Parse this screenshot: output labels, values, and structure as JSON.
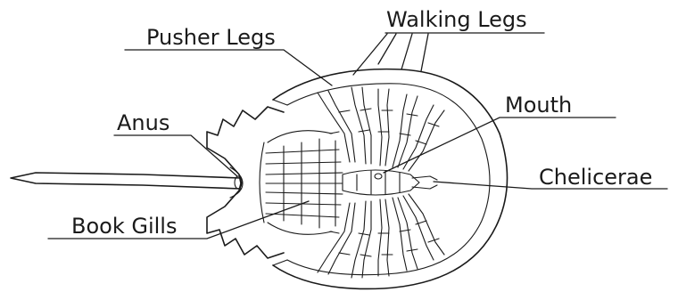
{
  "labels": {
    "walking_legs": "Walking Legs",
    "pusher_legs": "Pusher Legs",
    "mouth": "Mouth",
    "anus": "Anus",
    "chelicerae": "Chelicerae",
    "book_gills": "Book Gills"
  },
  "colors": {
    "ink": "#1a1a1a",
    "background": "#ffffff"
  }
}
